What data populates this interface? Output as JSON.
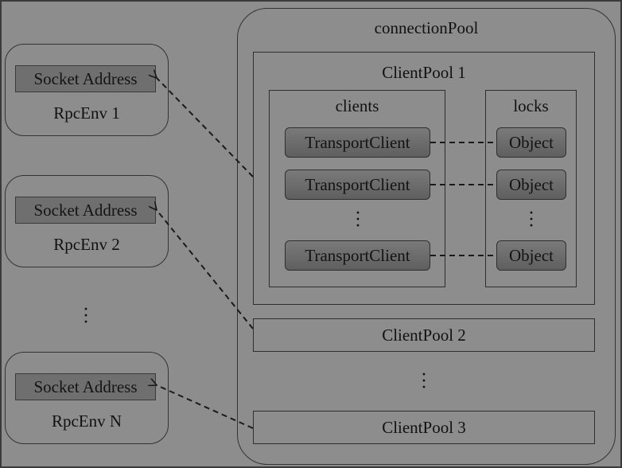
{
  "rpc_envs": [
    {
      "address": "Socket Address",
      "label": "RpcEnv 1"
    },
    {
      "address": "Socket Address",
      "label": "RpcEnv 2"
    },
    {
      "address": "Socket Address",
      "label": "RpcEnv N"
    }
  ],
  "connection_pool": {
    "title": "connectionPool",
    "client_pool_1": {
      "title": "ClientPool 1",
      "clients_title": "clients",
      "locks_title": "locks",
      "clients": [
        "TransportClient",
        "TransportClient",
        "TransportClient"
      ],
      "locks": [
        "Object",
        "Object",
        "Object"
      ]
    },
    "client_pool_2": "ClientPool 2",
    "client_pool_3": "ClientPool 3"
  }
}
